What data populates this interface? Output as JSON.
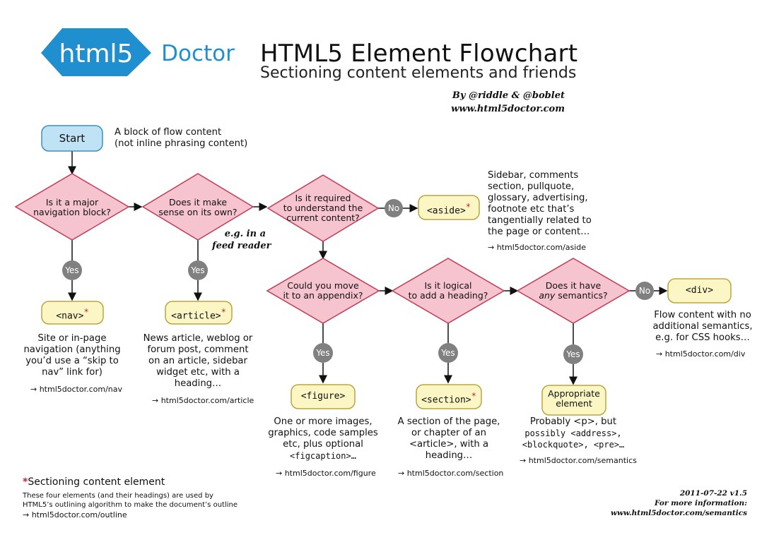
{
  "header": {
    "logo_text": "html5",
    "logo_word": "Doctor",
    "title": "HTML5 Element Flowchart",
    "subtitle": "Sectioning content elements and friends",
    "byline_1": "By @riddle & @boblet",
    "byline_2": "www.html5doctor.com"
  },
  "colors": {
    "brand_blue": "#1f8fcf",
    "diamond_fill": "#f6c4ce",
    "diamond_stroke": "#c23a55",
    "element_fill": "#fbf6c4",
    "element_stroke": "#b8a640",
    "start_fill": "#bfe3f5",
    "start_stroke": "#3d8fc0",
    "yes_no_fill": "#808080",
    "asterisk": "#c0263a"
  },
  "start": {
    "label": "Start",
    "desc_1": "A block of flow content",
    "desc_2": "(not inline phrasing content)"
  },
  "questions": {
    "q1": [
      "Is it a major",
      "navigation block?"
    ],
    "q2": [
      "Does it make",
      "sense on its own?"
    ],
    "q3": [
      "Is it required",
      "to understand the",
      "current content?"
    ],
    "q4": [
      "Could you move",
      "it to an appendix?"
    ],
    "q5": [
      "Is it logical",
      "to add a heading?"
    ],
    "q6": [
      "Does it have",
      "any",
      "semantics?"
    ]
  },
  "answers": {
    "yes": "Yes",
    "no": "No"
  },
  "feed_note": [
    "e.g. in a",
    "feed reader"
  ],
  "elements": {
    "nav": {
      "label": "<nav>",
      "asterisk": "*",
      "desc": [
        "Site or in-page",
        "navigation (anything",
        "you’d use a “skip to",
        "nav” link for)"
      ],
      "link": "→ html5doctor.com/nav"
    },
    "article": {
      "label": "<article>",
      "asterisk": "*",
      "desc": [
        "News article, weblog or",
        "forum post, comment",
        "on an article, sidebar",
        "widget etc, with a",
        "heading…"
      ],
      "link": "→ html5doctor.com/article"
    },
    "aside": {
      "label": "<aside>",
      "asterisk": "*",
      "desc": [
        "Sidebar, comments",
        "section, pullquote,",
        "glossary, advertising,",
        "footnote etc that’s",
        "tangentially related to",
        "the page or content…"
      ],
      "link": "→ html5doctor.com/aside"
    },
    "figure": {
      "label": "<figure>",
      "desc": [
        "One or more images,",
        "graphics, code samples",
        "etc, plus optional",
        "<figcaption>…"
      ],
      "link": "→ html5doctor.com/figure"
    },
    "section": {
      "label": "<section>",
      "asterisk": "*",
      "desc": [
        "A section of the page,",
        "or chapter of an",
        "<article>, with a",
        "heading…"
      ],
      "link": "→ html5doctor.com/section"
    },
    "semantics": {
      "label_1": "Appropriate",
      "label_2": "element",
      "desc": [
        "Probably <p>, but",
        "possibly <address>,",
        "<blockquote>, <pre>…"
      ],
      "link": "→ html5doctor.com/semantics"
    },
    "div": {
      "label": "<div>",
      "desc": [
        "Flow content with no",
        "additional semantics,",
        "e.g. for CSS hooks…"
      ],
      "link": "→ html5doctor.com/div"
    }
  },
  "legend": {
    "asterisk": "*",
    "title": "Sectioning content element",
    "line_1": "These four elements (and their headings) are used by",
    "line_2": "HTML5’s outlining algorithm to make the document’s outline",
    "link": "→ html5doctor.com/outline"
  },
  "footer": {
    "version": "2011-07-22 v1.5",
    "more": "For more information:",
    "url": "www.html5doctor.com/semantics"
  }
}
